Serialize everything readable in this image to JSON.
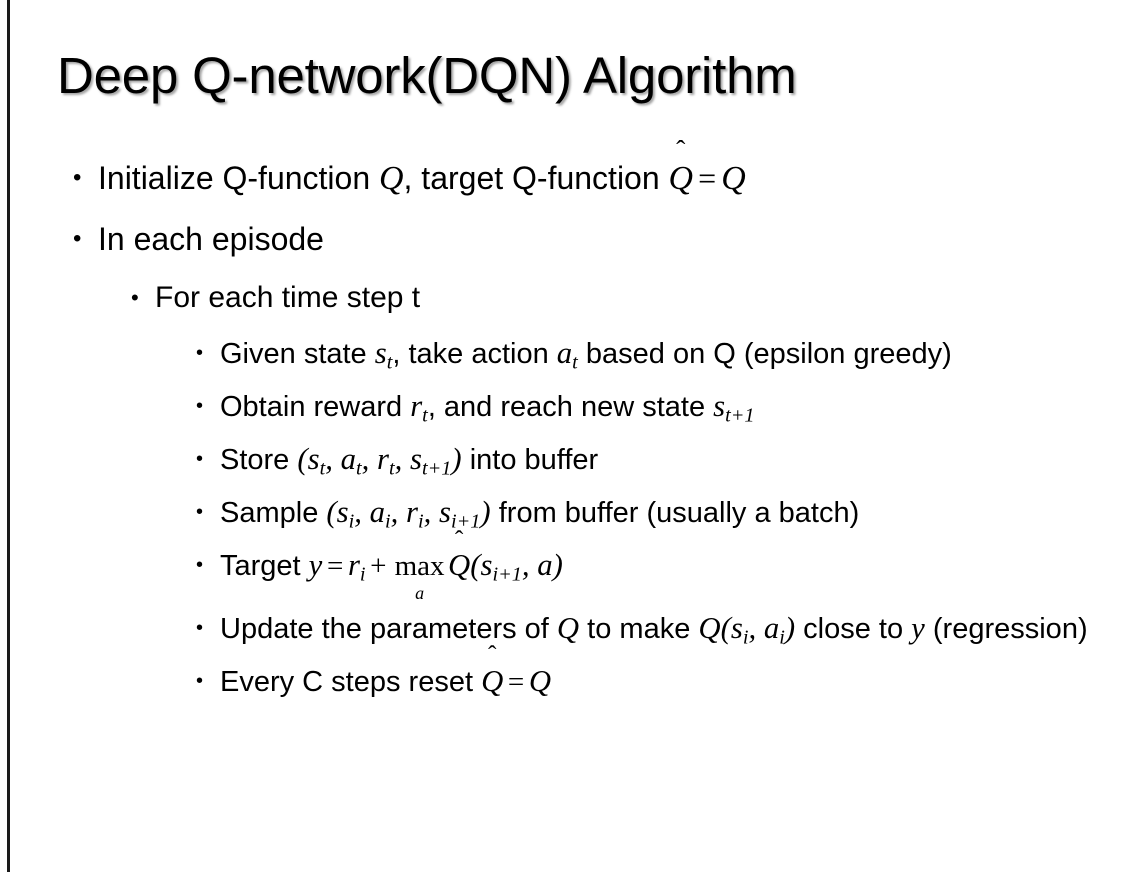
{
  "slide": {
    "title": "Deep Q-network(DQN) Algorithm",
    "background_color": "#ffffff",
    "text_color": "#000000",
    "rule_color": "#1a1a1a",
    "bullet_glyph": "•"
  },
  "bullets": {
    "initialize": {
      "lead": "Initialize Q-function ",
      "q1": "Q",
      "mid": ", target Q-function ",
      "qhat": "Q",
      "hat": "̂",
      "eq": "=",
      "q2": "Q"
    },
    "in_each_episode": "In each episode",
    "for_each_time_step": "For each time step t",
    "given_state": {
      "lead": "Given state ",
      "s": "s",
      "s_sub": "t",
      "mid": ", take action ",
      "a": "a",
      "a_sub": "t",
      "tail": " based on Q (epsilon greedy)"
    },
    "obtain_reward": {
      "lead": "Obtain reward ",
      "r": "r",
      "r_sub": "t",
      "mid": ", and reach new state ",
      "s": "s",
      "s_sub": "t+1"
    },
    "store": {
      "lead": "Store ",
      "paren_open": "(",
      "s": "s",
      "s_sub": "t",
      "comma1": ", ",
      "a": "a",
      "a_sub": "t",
      "comma2": ", ",
      "r": "r",
      "r_sub": "t",
      "comma3": ", ",
      "s2": "s",
      "s2_sub": "t+1",
      "paren_close": ")",
      "tail": " into buffer"
    },
    "sample": {
      "lead": "Sample ",
      "paren_open": "(",
      "s": "s",
      "s_sub": "i",
      "comma1": ", ",
      "a": "a",
      "a_sub": "i",
      "comma2": ", ",
      "r": "r",
      "r_sub": "i",
      "comma3": ", ",
      "s2": "s",
      "s2_sub": "i+1",
      "paren_close": ")",
      "tail": " from buffer (usually a batch)"
    },
    "target": {
      "lead": "Target ",
      "y": "y",
      "eq": "=",
      "r": "r",
      "r_sub": "i",
      "plus": "+",
      "max_name": "max",
      "max_sub": "a",
      "qhat": "Q",
      "hat": "̂",
      "paren_open": "(",
      "s": "s",
      "s_sub": "i+1",
      "comma": ", ",
      "a": "a",
      "paren_close": ")"
    },
    "update": {
      "lead": "Update the parameters of ",
      "q1": "Q",
      "mid": " to make ",
      "q2": "Q",
      "paren_open": "(",
      "s": "s",
      "s_sub": "i",
      "comma": ", ",
      "a": "a",
      "a_sub": "i",
      "paren_close": ")",
      "mid2": " close to ",
      "y": "y",
      "tail": " (regression)"
    },
    "reset": {
      "lead": "Every C steps reset ",
      "qhat": "Q",
      "hat": "̂",
      "eq": "=",
      "q": "Q"
    }
  }
}
